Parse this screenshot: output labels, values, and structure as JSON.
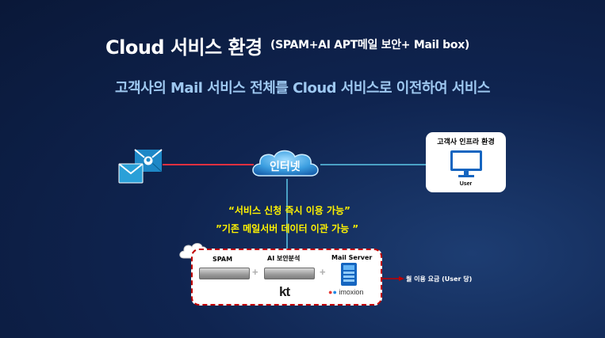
{
  "title": {
    "main": "Cloud 서비스 환경",
    "sub": "(SPAM+AI APT메일 보안+ Mail box)"
  },
  "subtitle": "고객사의 Mail 서비스 전체를 Cloud 서비스로 이전하여 서비스",
  "internet": {
    "label": "인터넷"
  },
  "messages": {
    "line1": "“서비스 신청 즉시 이용 가능”",
    "line2": "”기존 메일서버 데이터 이관 가능 ”"
  },
  "customer_infra": {
    "title": "고객사 인프라 환경",
    "device_label": "User"
  },
  "services": {
    "spam_label": "SPAM",
    "ai_label": "AI 보안분석",
    "mail_server_label": "Mail Server",
    "plus_symbol": "+",
    "kt_logo": "kt",
    "imoxion_logo": "imoxion"
  },
  "fee": {
    "label": "월 이용 요금 (User 당)"
  },
  "colors": {
    "red_line": "#e03040",
    "cyan_line": "#5cc8e8",
    "title_white": "#ffffff",
    "subtitle_blue": "#9ec8f0",
    "highlight_yellow": "#fff200",
    "dashed_border": "#c00000"
  },
  "icons": [
    "mail-envelope-icon",
    "cloud-icon",
    "monitor-icon",
    "server-icon",
    "mail-server-icon"
  ]
}
